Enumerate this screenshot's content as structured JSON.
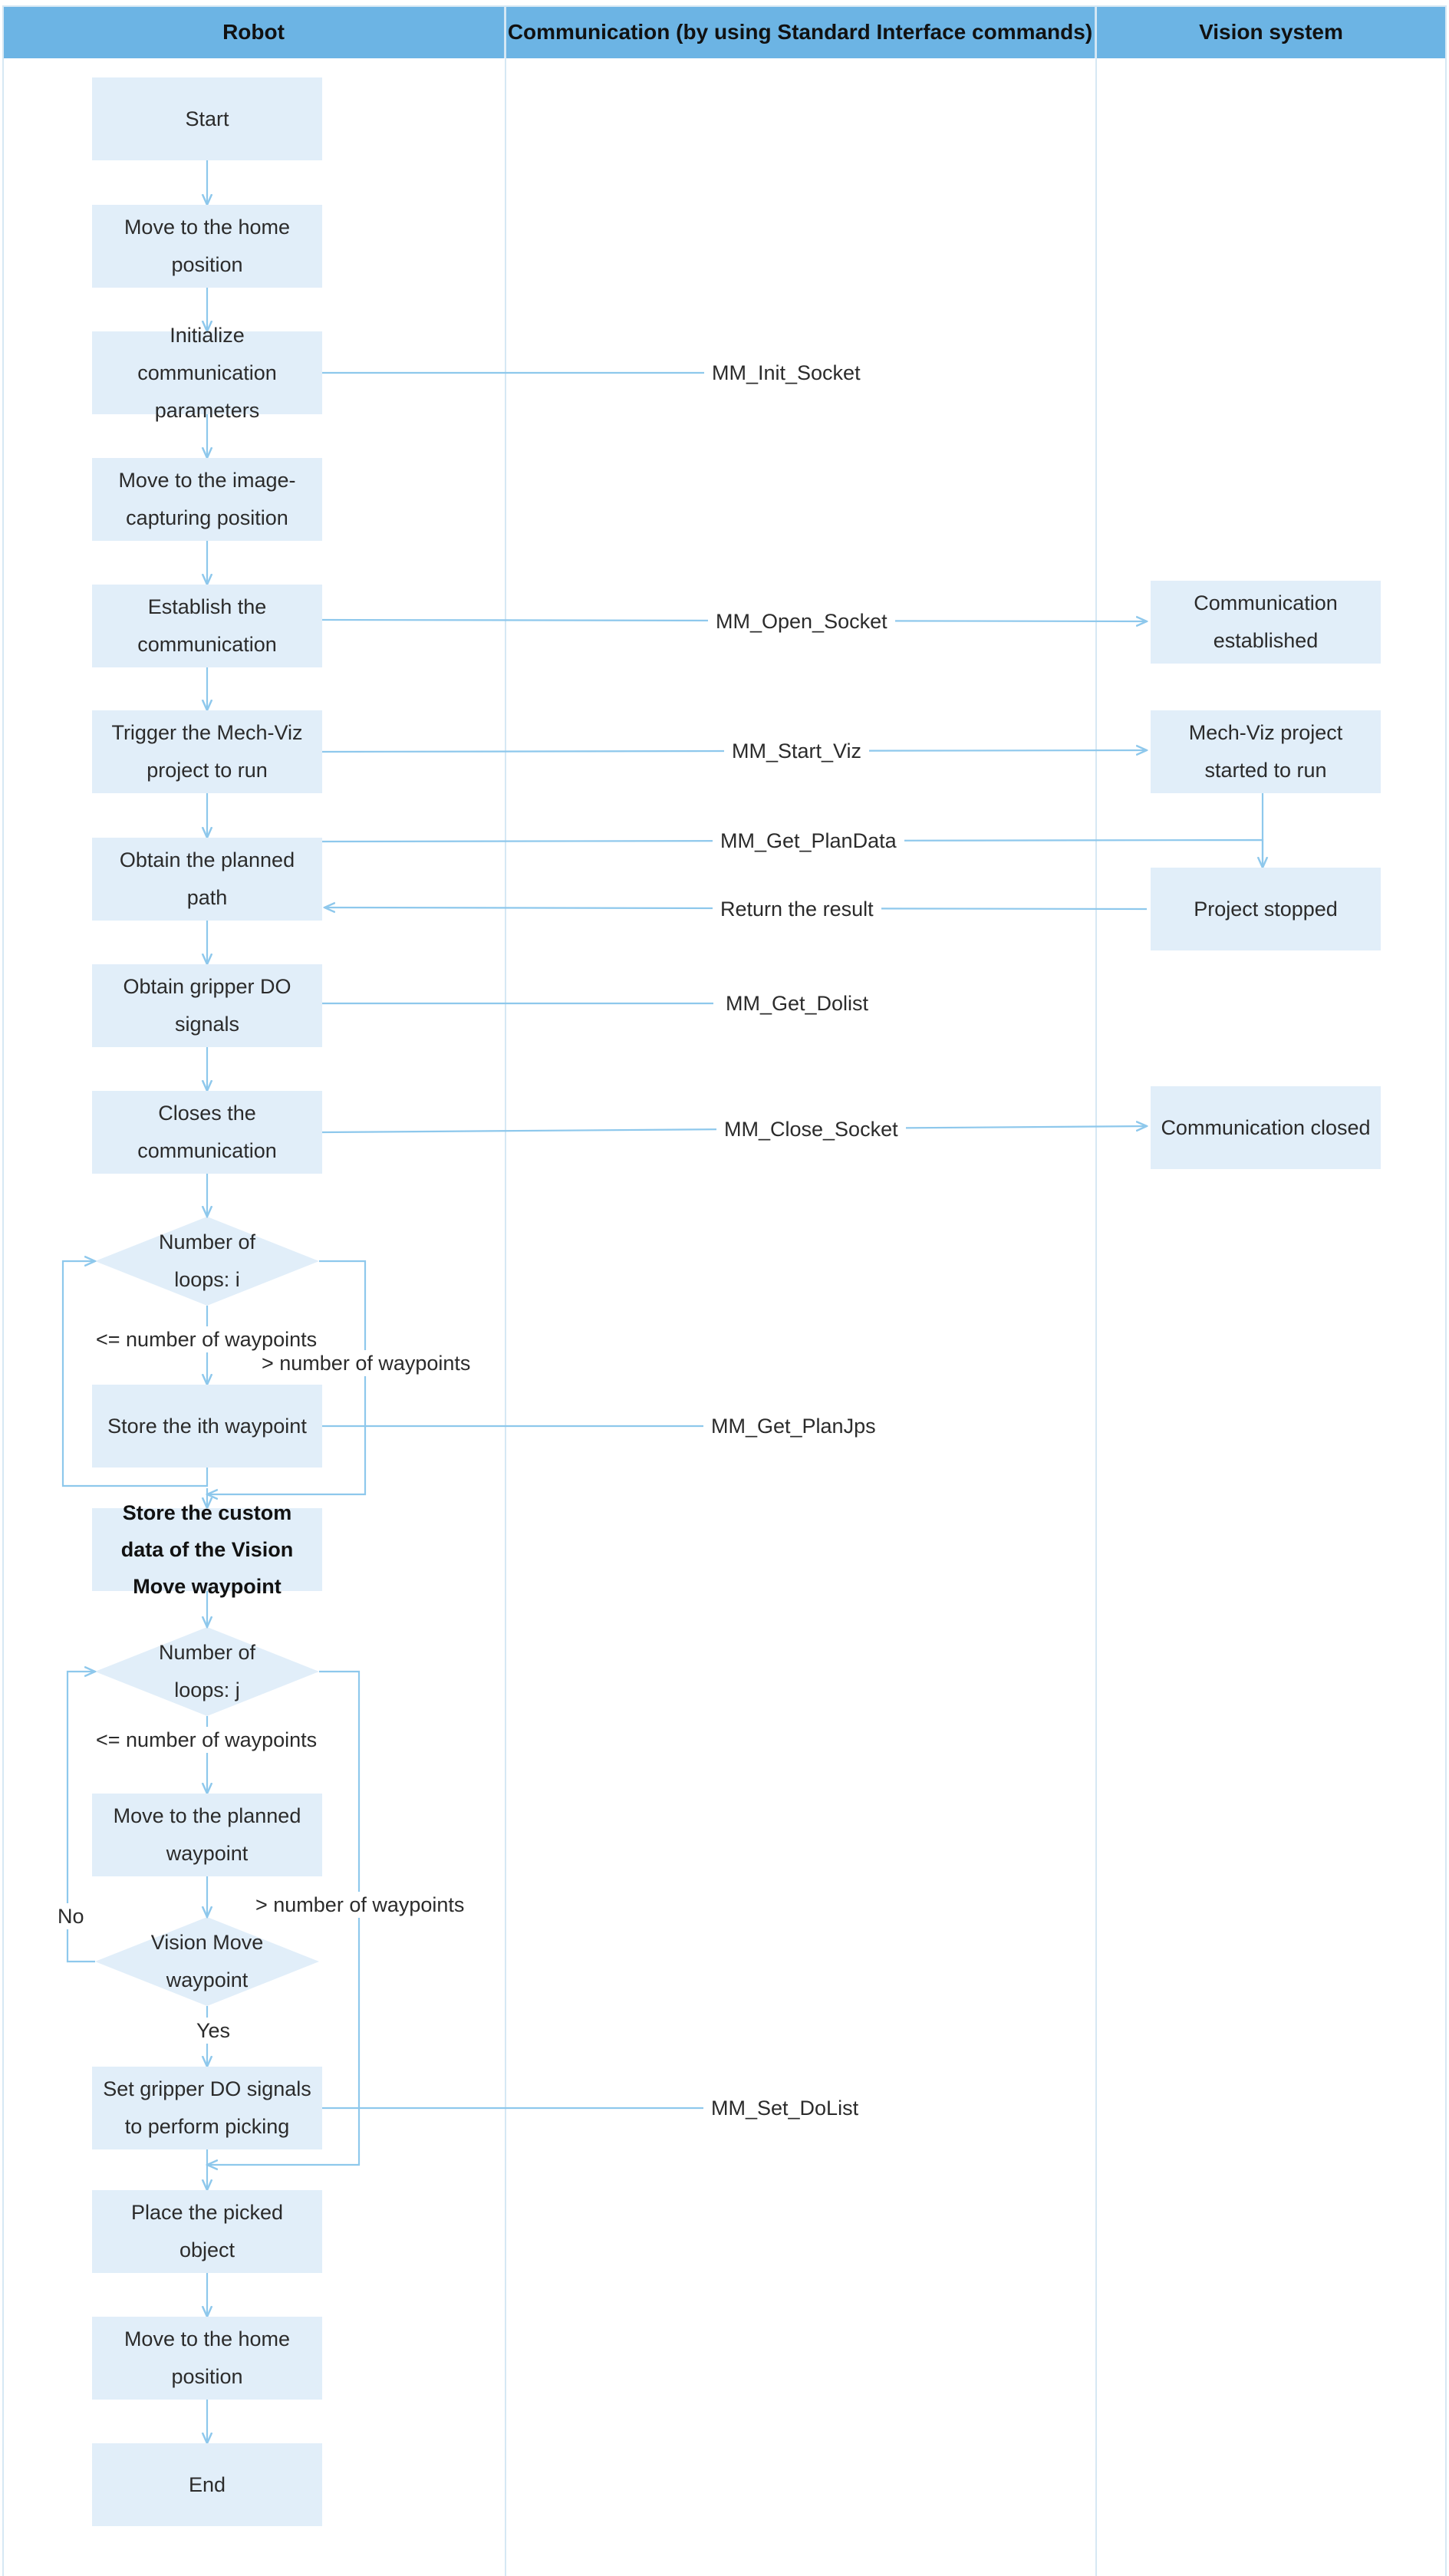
{
  "lanes": {
    "robot": "Robot",
    "communication": "Communication (by using Standard Interface commands)",
    "vision": "Vision system"
  },
  "robot_steps": {
    "start": "Start",
    "move_home": "Move to the home position",
    "init_params": "Initialize communication parameters",
    "move_capture": "Move to the image-capturing position",
    "establish": "Establish the communication",
    "trigger": "Trigger the Mech-Viz project to run",
    "obtain_path": "Obtain the planned path",
    "obtain_do": "Obtain gripper DO signals",
    "close_comm": "Closes the communication",
    "loop_i": "Number of loops: i",
    "store_ith": "Store the ith waypoint",
    "store_custom": "Store the custom data of the Vision Move waypoint",
    "loop_j": "Number of loops: j",
    "move_planned": "Move to the planned waypoint",
    "vision_move": "Vision Move waypoint",
    "set_do": "Set gripper DO signals to perform picking",
    "place": "Place the picked object",
    "move_home_end": "Move to the home position",
    "end": "End"
  },
  "commands": {
    "init_socket": "MM_Init_Socket",
    "open_socket": "MM_Open_Socket",
    "start_viz": "MM_Start_Viz",
    "get_plandata": "MM_Get_PlanData",
    "return_result": "Return the result",
    "get_dolist": "MM_Get_Dolist",
    "close_socket": "MM_Close_Socket",
    "get_planjps": "MM_Get_PlanJps",
    "set_dolist": "MM_Set_DoList"
  },
  "vision_steps": {
    "established": "Communication established",
    "started": "Mech-Viz project started to run",
    "stopped": "Project stopped",
    "closed": "Communication closed"
  },
  "labels": {
    "le_waypoints_i": "<= number of waypoints",
    "gt_waypoints_i": "> number of waypoints",
    "le_waypoints_j": "<= number of waypoints",
    "gt_waypoints_j": "> number of waypoints",
    "no": "No",
    "yes": "Yes"
  },
  "colors": {
    "header": "#6cb4e4",
    "node_fill": "#e1eef9",
    "line": "#8ec8ec",
    "lane_border": "#d6e8f4"
  }
}
